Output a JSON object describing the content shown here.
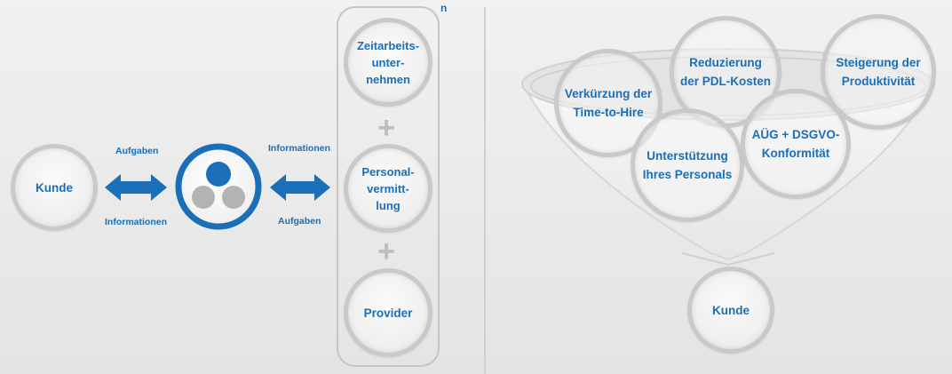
{
  "left": {
    "kunde": "Kunde",
    "arrow1_top": "Aufgaben",
    "arrow1_bottom": "Informationen",
    "arrow2_top": "Informationen",
    "arrow2_bottom": "Aufgaben",
    "stack_items": [
      "Zeitarbeits-\nunter-\nnehmen",
      "Personal-\nvermitt-\nlung",
      "Provider"
    ],
    "plus_symbol": "+",
    "superscript_n": "n"
  },
  "right": {
    "funnel_items": [
      "Verkürzung der\nTime-to-Hire",
      "Reduzierung\nder PDL-Kosten",
      "Steigerung der\nProduktivität",
      "Unterstützung\nIhres Personals",
      "AÜG + DSGVO-\nKonformität"
    ],
    "kunde": "Kunde"
  },
  "colors": {
    "primary_blue": "#1a6fb8",
    "circle_grey": "#c9c9c9",
    "dot_grey": "#b3b3b3"
  }
}
